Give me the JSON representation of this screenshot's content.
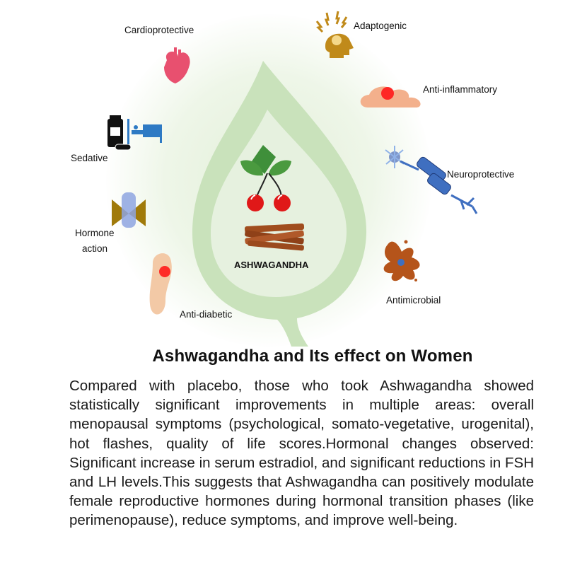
{
  "diagram": {
    "center_label": "ASHWAGANDHA",
    "effects": [
      {
        "label": "Cardioprotective",
        "icon": "heart-icon"
      },
      {
        "label": "Adaptogenic",
        "icon": "brain-head-icon"
      },
      {
        "label": "Anti-inflammatory",
        "icon": "inflamed-skin-icon"
      },
      {
        "label": "Sedative",
        "icon": "medicine-bed-icon"
      },
      {
        "label": "Neuroprotective",
        "icon": "neuron-icon"
      },
      {
        "label": "Hormone",
        "label_line2": "action",
        "icon": "hormone-gland-icon"
      },
      {
        "label": "Anti-diabetic",
        "icon": "foot-icon"
      },
      {
        "label": "Antimicrobial",
        "icon": "microbe-icon"
      }
    ],
    "colors": {
      "leaf": "#c9e2bb",
      "leaf_inner": "#e6f1df",
      "heart": "#e8506f",
      "brain": "#c08a1a",
      "neuron": "#3f6fc0",
      "microbe": "#b5541a",
      "wood": "#9b4a1d"
    }
  },
  "title": "Ashwagandha and Its effect on Women",
  "body": "Compared with placebo, those who took Ashwagandha showed statistically significant improvements in multiple areas: overall menopausal symptoms (psychological, somato-vegetative, urogenital), hot flashes, quality of life scores.Hormonal changes observed: Significant increase in serum estradiol, and significant reductions in FSH and LH levels.This suggests that Ashwagandha can positively modulate female reproductive hormones during hormonal transition phases (like perimenopause), reduce symptoms, and improve well-being."
}
